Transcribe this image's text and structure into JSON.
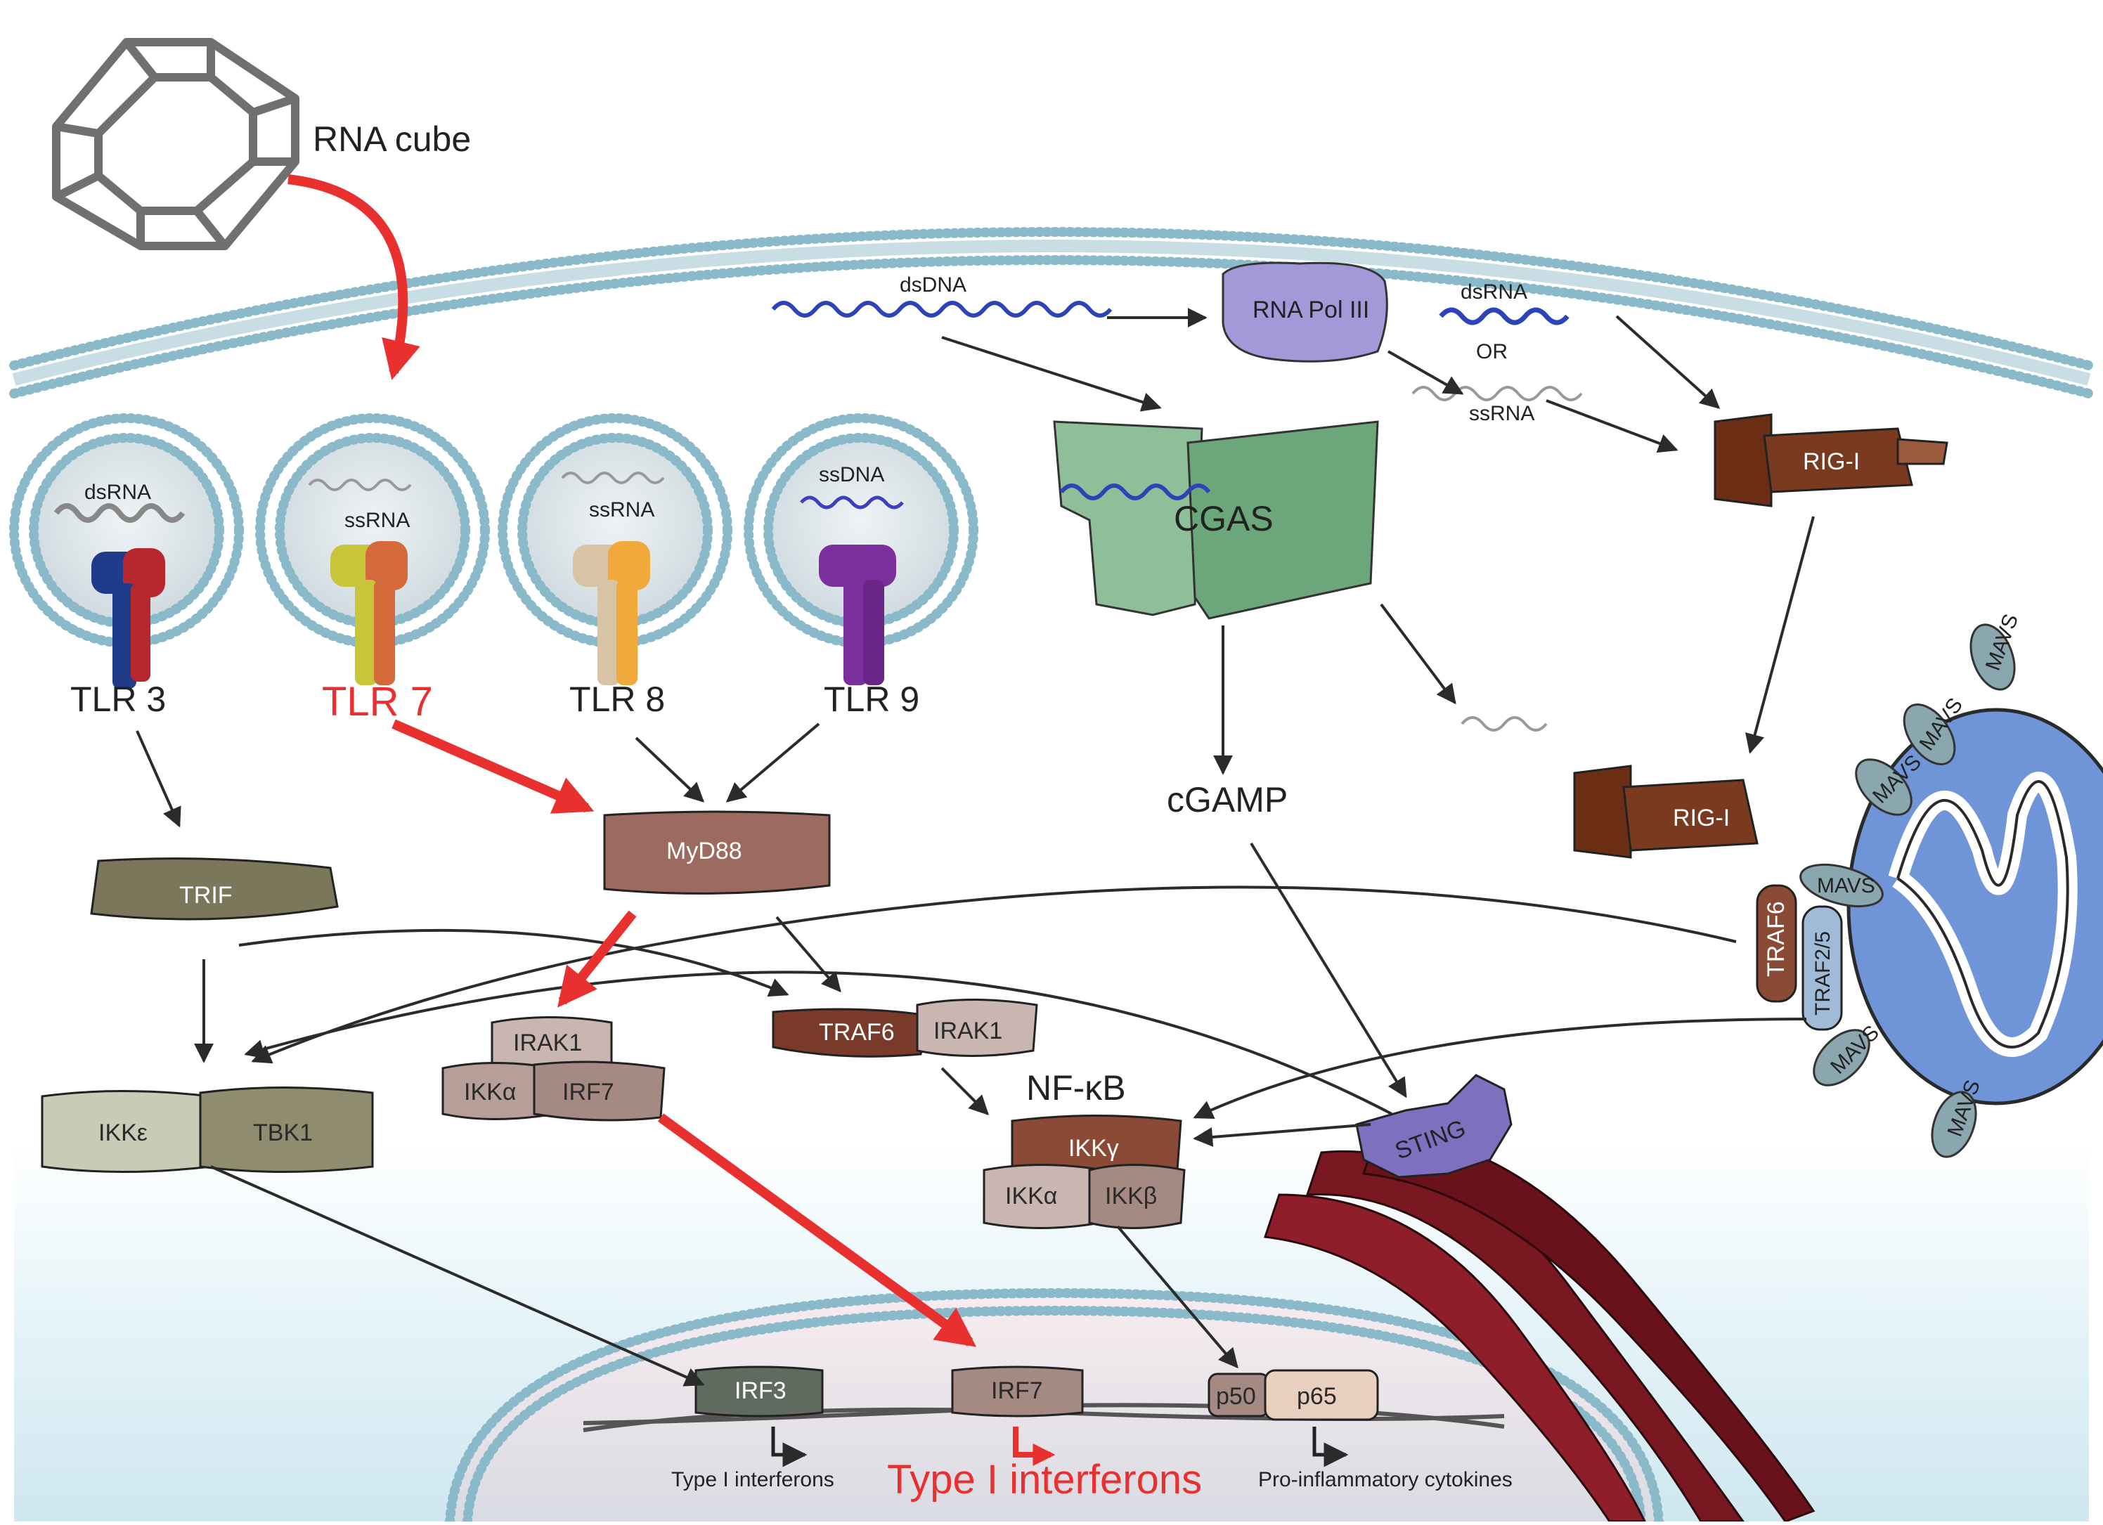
{
  "colors": {
    "accent_red": "#e8302f",
    "membrane": "#8ab9c9",
    "mito": "#6f95d8",
    "er": "#7a1822",
    "sting": "#7e6fbf",
    "cgas": "#79a884",
    "rig": "#7a3a20",
    "myd88": "#9c6a5e",
    "trif": "#7a775a"
  },
  "icons": [
    "rna-cube-icon",
    "dsrna-helix-icon",
    "ssrna-strand-icon",
    "dsdna-helix-icon",
    "mitochondrion-icon",
    "er-icon"
  ],
  "labels": {
    "rna_cube": "RNA cube",
    "tlr3": "TLR 3",
    "tlr7": "TLR 7",
    "tlr8": "TLR 8",
    "tlr9": "TLR 9",
    "tlr3_ligand": "dsRNA",
    "tlr7_ligand": "ssRNA",
    "tlr8_ligand": "ssRNA",
    "tlr9_ligand": "ssDNA",
    "dsdna": "dsDNA",
    "rna_pol3": "RNA Pol III",
    "dsrna": "dsRNA",
    "or": "OR",
    "ssrna": "ssRNA",
    "cgas": "CGAS",
    "rig1_top": "RIG-I",
    "rig1_bottom": "RIG-I",
    "cgamp": "cGAMP",
    "trif": "TRIF",
    "myd88": "MyD88",
    "irak1_a": "IRAK1",
    "ikka_a": "IKKα",
    "irf7_a": "IRF7",
    "traf6_a": "TRAF6",
    "irak1_b": "IRAK1",
    "nfkb": "NF-κB",
    "ikkg": "IKKγ",
    "ikka_b": "IKKα",
    "ikkb": "IKKβ",
    "ikke": "IKKε",
    "tbk1": "TBK1",
    "sting": "STING",
    "traf6_b": "TRAF6",
    "traf25": "TRAF2/5",
    "mavs": "MAVS",
    "irf3": "IRF3",
    "irf7_n": "IRF7",
    "p50": "p50",
    "p65": "p65",
    "type1_small": "Type I interferons",
    "type1_big": "Type I interferons",
    "proinflam": "Pro-inflammatory cytokines"
  }
}
